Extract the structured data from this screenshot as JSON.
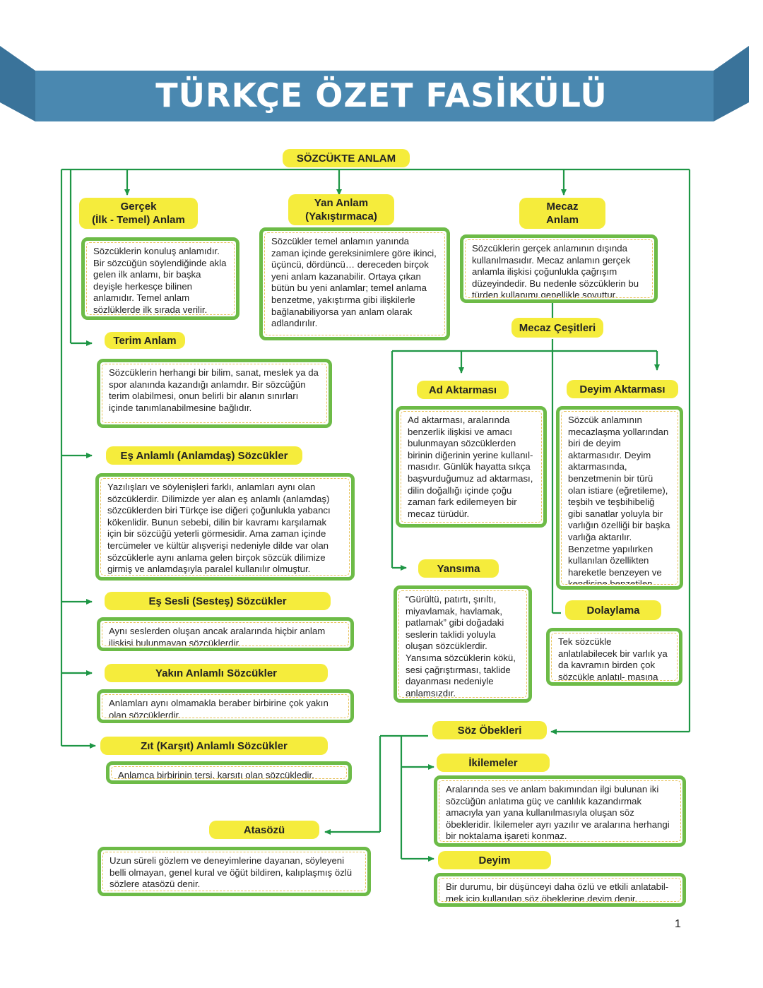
{
  "header": {
    "title": "TÜRKÇE ÖZET FASİKÜLÜ"
  },
  "colors": {
    "banner": "#4a88b0",
    "banner_dark": "#3a739a",
    "connector": "#1e9645",
    "box_border": "#6dbb47",
    "highlight": "#f5ec3c"
  },
  "root": {
    "label": "SÖZCÜKTE ANLAM"
  },
  "gercek": {
    "title_line1": "Gerçek",
    "title_line2": "(İlk - Temel) Anlam",
    "text": "Sözcüklerin konuluş anlamıdır. Bir sözcüğün söylendiğinde akla gelen ilk anlamı, bir başka deyişle herkesçe bilinen anlamıdır. Temel anlam sözlüklerde ilk sırada verilir."
  },
  "yan": {
    "title_line1": "Yan Anlam",
    "title_line2": "(Yakıştırmaca)",
    "text": "Sözcükler temel anlamın yanında zaman içinde gereksinimlere göre ikinci, üçüncü, dördüncü… dereceden birçok yeni anlam kazanabilir. Ortaya çıkan bütün bu yeni anlamlar; temel anlama benzetme, yakıştırma gibi ilişkilerle bağlanabiliyorsa yan anlam olarak adlandırılır."
  },
  "mecaz": {
    "title_line1": "Mecaz",
    "title_line2": "Anlam",
    "text": "Sözcüklerin gerçek anlamının dışında kullanılmasıdır. Mecaz anlamın gerçek anlamla ilişkisi çoğunlukla çağrışım düzeyindedir. Bu nedenle sözcüklerin bu türden kullanımı genellikle soyuttur."
  },
  "terim": {
    "title": "Terim Anlam",
    "text": "Sözcüklerin herhangi bir bilim, sanat, meslek ya da spor alanında kazandığı anlamdır. Bir sözcüğün terim olabilmesi, onun belirli bir alanın sınırları içinde tanımlanabilmesine bağlıdır."
  },
  "mecaz_cesitleri": {
    "title": "Mecaz Çeşitleri"
  },
  "ad_aktarmasi": {
    "title": "Ad Aktarması",
    "text": "Ad aktarması, aralarında benzerlik ilişkisi ve amacı bulunmayan sözcüklerden birinin diğerinin yerine kullanıl- masıdır. Günlük hayatta sıkça başvurduğumuz ad aktarması, dilin doğallığı içinde çoğu zaman fark edilemeyen bir mecaz türüdür."
  },
  "deyim_aktarmasi": {
    "title": "Deyim Aktarması",
    "text": "Sözcük anlamının mecazlaşma yollarından biri de deyim aktarmasıdır. Deyim aktarmasında, benzetmenin bir türü olan istiare (eğretileme), teşbih ve teşbihibeliğ gibi sanatlar yoluyla bir varlığın özelliği bir başka varlığa aktarılır. Benzetme yapılırken kullanılan özellikten hareketle benzeyen ve kendisine benzetilen varlık kolayca belirlenebilir."
  },
  "es_anlamli": {
    "title": "Eş Anlamlı (Anlamdaş) Sözcükler",
    "text": "Yazılışları ve söylenişleri farklı, anlamları aynı olan sözcüklerdir. Dilimizde yer alan eş anlamlı (anlamdaş) sözcüklerden biri Türkçe ise diğeri çoğunlukla yabancı kökenlidir. Bunun sebebi, dilin bir kavramı karşılamak için bir sözcüğü yeterli görmesidir. Ama zaman içinde tercümeler ve kültür alışverişi nedeniyle dilde var olan sözcüklerle aynı anlama gelen birçok sözcük dilimize girmiş ve anlamdaşıyla paralel kullanılır olmuştur."
  },
  "yansima": {
    "title": "Yansıma",
    "text": "“Gürültü, patırtı, şırıltı, miyavlamak, havlamak, patlamak” gibi doğadaki seslerin taklidi yoluyla oluşan sözcüklerdir. Yansıma sözcüklerin kökü, sesi çağrıştırması, taklide dayanması nedeniyle anlamsızdır."
  },
  "dolaylama": {
    "title": "Dolaylama",
    "text": "Tek sözcükle anlatılabilecek bir varlık ya da kavramın birden çok sözcükle anlatıl- masına dolaylama denir."
  },
  "es_sesli": {
    "title": "Eş Sesli (Sesteş) Sözcükler",
    "text": "Aynı seslerden oluşan ancak aralarında hiçbir anlam ilişkisi bulunmayan sözcüklerdir."
  },
  "yakin_anlamli": {
    "title": "Yakın Anlamlı Sözcükler",
    "text": "Anlamları aynı olmamakla beraber birbirine çok yakın olan sözcüklerdir."
  },
  "soz_obekleri": {
    "title": "Söz Öbekleri"
  },
  "zit_anlamli": {
    "title": "Zıt (Karşıt) Anlamlı Sözcükler",
    "text": "Anlamca birbirinin tersi, karşıtı olan sözcükledir."
  },
  "ikilemeler": {
    "title": "İkilemeler",
    "text": "Aralarında ses ve anlam bakımından ilgi bulunan iki sözcüğün anlatıma güç ve canlılık kazandırmak amacıyla yan yana kullanılmasıyla oluşan söz öbekleridir. İkilemeler ayrı yazılır ve aralarına herhangi bir noktalama işareti konmaz."
  },
  "atasozu": {
    "title": "Atasözü",
    "text": "Uzun süreli gözlem ve deneyimlerine dayanan, söyleyeni belli olmayan, genel kural ve öğüt bildiren, kalıplaşmış özlü sözlere atasözü denir."
  },
  "deyim": {
    "title": "Deyim",
    "text": "Bir durumu, bir düşünceyi daha özlü ve etkili anlatabil- mek için kullanılan söz öbeklerine deyim denir."
  },
  "page_number": "1"
}
